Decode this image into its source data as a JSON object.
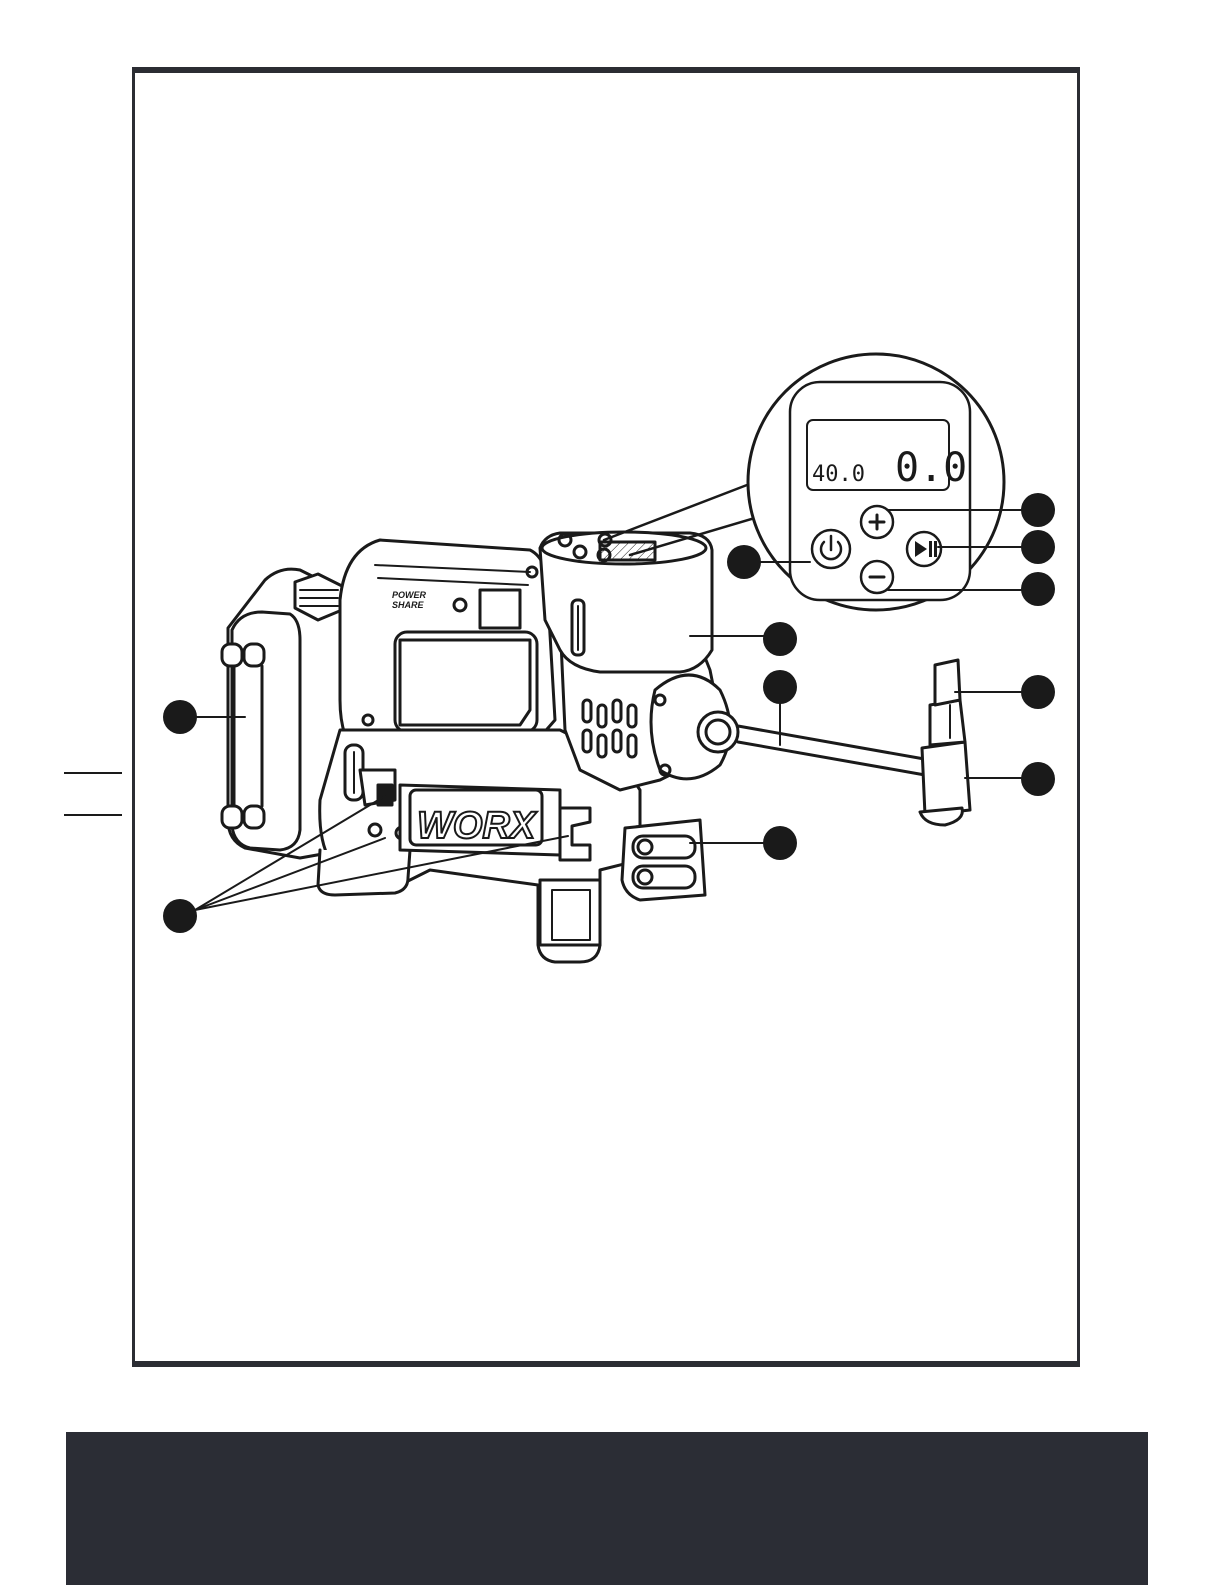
{
  "product": {
    "brand": "WORX",
    "handle_badge_line1": "POWER",
    "handle_badge_line2": "SHARE"
  },
  "display": {
    "preset_value": "40.0",
    "current_value": "0.0"
  },
  "icons": {
    "power": "power-icon",
    "plus": "plus-icon",
    "minus": "minus-icon",
    "play_pause": "play-pause-icon"
  },
  "colors": {
    "line": "#1a1a1a",
    "callout_dot": "#1a1a1a",
    "footer_band": "#2b2d35",
    "frame": "#2b2d33"
  }
}
